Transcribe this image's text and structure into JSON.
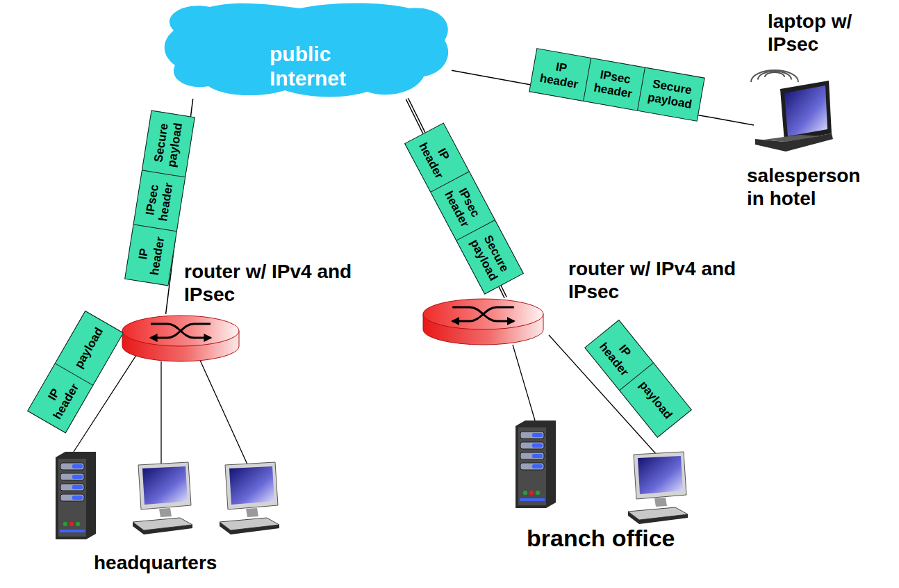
{
  "diagram": {
    "nodes": [
      {
        "text": [
          "public Internet"
        ]
      },
      {
        "text": [
          "IP header",
          "IPsec header",
          "Secure payload"
        ]
      },
      {
        "text": [
          "laptop w/ IPsec",
          "salesperson in hotel"
        ]
      },
      {
        "text": [
          "IP header",
          "IPsec header",
          "Secure payload"
        ]
      },
      {
        "text": [
          "IP header",
          "IPsec header",
          "Secure payload"
        ]
      },
      {
        "text": [
          "router w/ IPv4 and IPsec"
        ]
      },
      {
        "text": [
          "router w/ IPv4 and IPsec"
        ]
      },
      {
        "text": [
          "IP header",
          "payload"
        ]
      },
      {
        "text": [
          "IP header",
          "payload"
        ]
      }
    ],
    "edges": [
      {
        "from": 0,
        "to": 5,
        "arrow": "none"
      },
      {
        "from": 0,
        "to": 6,
        "arrow": "none"
      },
      {
        "from": 0,
        "to": 2,
        "arrow": "none"
      }
    ],
    "labels": [
      "headquarters",
      "branch office"
    ]
  }
}
